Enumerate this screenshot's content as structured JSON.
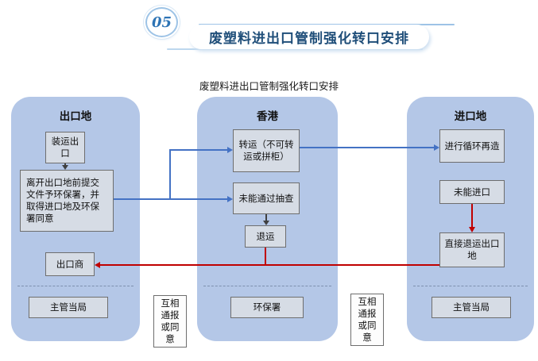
{
  "header": {
    "badge": "05",
    "title": "废塑料进出口管制强化转口安排"
  },
  "subtitle": "废塑料进出口管制强化转口安排",
  "columns": {
    "export": {
      "title": "出口地",
      "boxes": {
        "ship_export": "装运出口",
        "submit_docs": "离开出口地前提交文件予环保署，并取得进口地及环保署同意",
        "exporter": "出口商",
        "authority": "主管当局"
      }
    },
    "hongkong": {
      "title": "香港",
      "boxes": {
        "transship": "转运（不可转运或拼柜）",
        "fail_inspection": "未能通过抽查",
        "return_shipment": "退运",
        "epd": "环保署"
      }
    },
    "import": {
      "title": "进口地",
      "boxes": {
        "recycle": "进行循环再造",
        "fail_import": "未能进口",
        "direct_return": "直接退运出口地",
        "authority": "主管当局"
      }
    }
  },
  "notify": {
    "left": "互相通报或同意",
    "right": "互相通报或同意"
  },
  "colors": {
    "panel_fill": "#b4c7e7",
    "box_fill": "#d6dce5",
    "box_border": "#6e6e6e",
    "arrow_blue": "#4472c4",
    "arrow_red": "#c00000",
    "arrow_dark": "#404040",
    "title_blue": "#1f4e79",
    "badge_blue": "#2e74b5",
    "badge_ring": "#9dc3e6"
  }
}
